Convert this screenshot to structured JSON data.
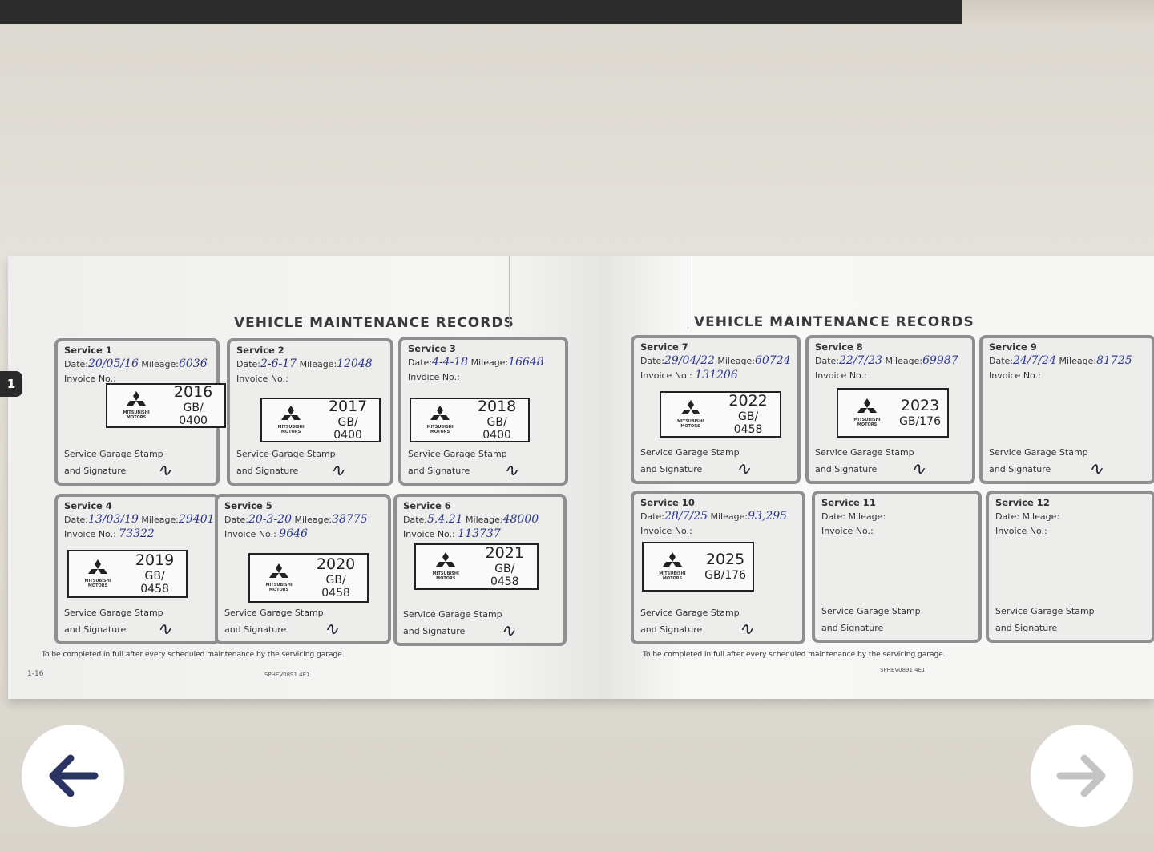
{
  "viewer": {
    "image_index_badge": "1",
    "prev_icon": "arrow-left-icon",
    "next_icon": "arrow-right-icon",
    "accent": "#2b3563"
  },
  "book": {
    "left_title": "VEHICLE MAINTENANCE RECORDS",
    "right_title": "VEHICLE MAINTENANCE RECORDS",
    "footer_note": "To be completed in full after every scheduled maintenance by the servicing garage.",
    "left_page_number": "1-16",
    "code": "SPHEV0891 4E1",
    "brand": "MITSUBISHI MOTORS",
    "labels": {
      "date": "Date:",
      "mileage": "Mileage:",
      "invoice": "Invoice No.:",
      "stamp": "Service Garage Stamp",
      "signature": "and Signature"
    },
    "services": [
      {
        "name": "Service 1",
        "date": "20/05/16",
        "mileage": "6036",
        "invoice": "",
        "stamp_year": "2016",
        "stamp_code": "GB/ 0400"
      },
      {
        "name": "Service 2",
        "date": "2-6-17",
        "mileage": "12048",
        "invoice": "",
        "stamp_year": "2017",
        "stamp_code": "GB/ 0400"
      },
      {
        "name": "Service 3",
        "date": "4-4-18",
        "mileage": "16648",
        "invoice": "",
        "stamp_year": "2018",
        "stamp_code": "GB/ 0400"
      },
      {
        "name": "Service 4",
        "date": "13/03/19",
        "mileage": "29401",
        "invoice": "73322",
        "stamp_year": "2019",
        "stamp_code": "GB/ 0458"
      },
      {
        "name": "Service 5",
        "date": "20-3-20",
        "mileage": "38775",
        "invoice": "9646",
        "stamp_year": "2020",
        "stamp_code": "GB/ 0458"
      },
      {
        "name": "Service 6",
        "date": "5.4.21",
        "mileage": "48000",
        "invoice": "113737",
        "stamp_year": "2021",
        "stamp_code": "GB/ 0458"
      },
      {
        "name": "Service 7",
        "date": "29/04/22",
        "mileage": "60724",
        "invoice": "131206",
        "stamp_year": "2022",
        "stamp_code": "GB/ 0458"
      },
      {
        "name": "Service 8",
        "date": "22/7/23",
        "mileage": "69987",
        "invoice": "",
        "stamp_year": "2023",
        "stamp_code": "GB/176"
      },
      {
        "name": "Service 9",
        "date": "24/7/24",
        "mileage": "81725",
        "invoice": "",
        "stamp_year": "",
        "stamp_code": ""
      },
      {
        "name": "Service 10",
        "date": "28/7/25",
        "mileage": "93,295",
        "invoice": "",
        "stamp_year": "2025",
        "stamp_code": "GB/176"
      },
      {
        "name": "Service 11",
        "date": "",
        "mileage": "",
        "invoice": "",
        "stamp_year": "",
        "stamp_code": ""
      },
      {
        "name": "Service 12",
        "date": "",
        "mileage": "",
        "invoice": "",
        "stamp_year": "",
        "stamp_code": ""
      }
    ]
  }
}
